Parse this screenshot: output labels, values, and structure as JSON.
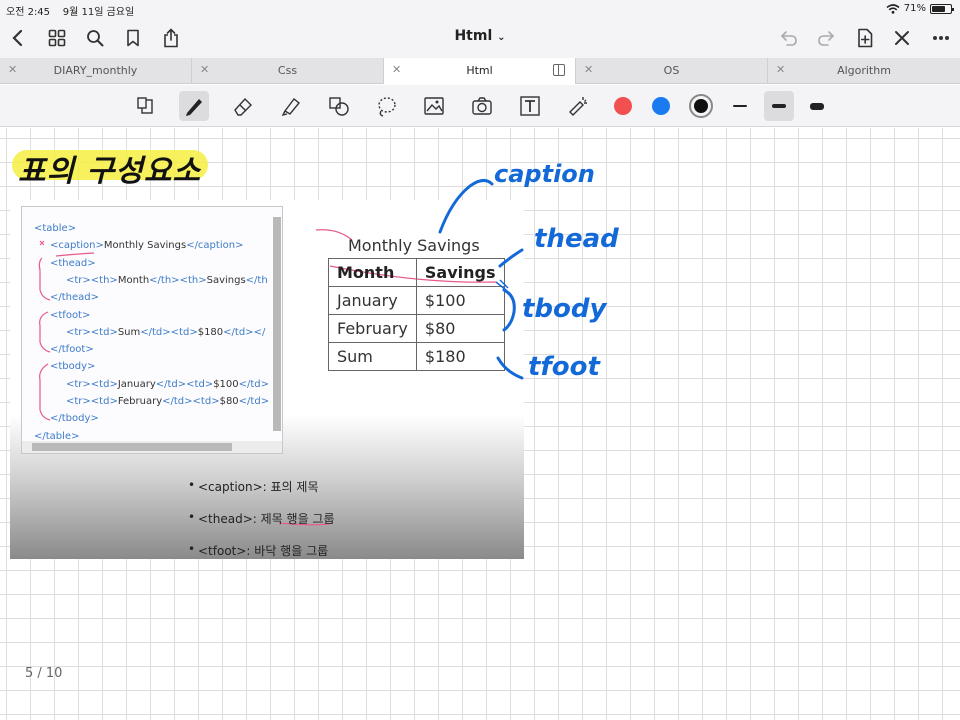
{
  "status_bar": {
    "time": "오전 2:45",
    "date": "9월 11일 금요일",
    "battery": "71%",
    "battery_level": 0.71
  },
  "nav_bar": {
    "document_title": "Html",
    "title_chevron": "⌄"
  },
  "tabs": [
    {
      "label": "DIARY_monthly",
      "active": false
    },
    {
      "label": "Css",
      "active": false
    },
    {
      "label": "Html",
      "active": true
    },
    {
      "label": "OS",
      "active": false
    },
    {
      "label": "Algorithm",
      "active": false
    }
  ],
  "toolbar": {
    "colors": [
      "#f25050",
      "#1a7bf0",
      "#111111"
    ],
    "selected_color": "#111111"
  },
  "note": {
    "heading": "표의 구성요소",
    "annotations": {
      "caption": "caption",
      "thead": "thead",
      "tbody": "tbody",
      "tfoot": "tfoot"
    },
    "ink_color": "#1469d9",
    "highlight_color": "#f5ef3f"
  },
  "code_sample": {
    "lines": [
      {
        "parts": [
          [
            "t",
            "<table>"
          ]
        ]
      },
      {
        "parts": [
          [
            "t",
            "<caption>"
          ],
          [
            "x",
            "Monthly Savings"
          ],
          [
            "t",
            "</caption>"
          ]
        ]
      },
      {
        "parts": [
          [
            "t",
            "<thead>"
          ]
        ]
      },
      {
        "parts": [
          [
            "t",
            "<tr>"
          ],
          [
            "t",
            "<th>"
          ],
          [
            "x",
            "Month"
          ],
          [
            "t",
            "</th>"
          ],
          [
            "t",
            "<th>"
          ],
          [
            "x",
            "Savings"
          ],
          [
            "t",
            "</th"
          ]
        ]
      },
      {
        "parts": [
          [
            "t",
            "</thead>"
          ]
        ]
      },
      {
        "parts": [
          [
            "t",
            "<tfoot>"
          ]
        ]
      },
      {
        "parts": [
          [
            "t",
            "<tr>"
          ],
          [
            "t",
            "<td>"
          ],
          [
            "x",
            "Sum"
          ],
          [
            "t",
            "</td>"
          ],
          [
            "t",
            "<td>"
          ],
          [
            "x",
            "$180"
          ],
          [
            "t",
            "</td>"
          ],
          [
            "t",
            "</"
          ]
        ]
      },
      {
        "parts": [
          [
            "t",
            "</tfoot>"
          ]
        ]
      },
      {
        "parts": [
          [
            "t",
            "<tbody>"
          ]
        ]
      },
      {
        "parts": [
          [
            "t",
            "<tr>"
          ],
          [
            "t",
            "<td>"
          ],
          [
            "x",
            "January"
          ],
          [
            "t",
            "</td>"
          ],
          [
            "t",
            "<td>"
          ],
          [
            "x",
            "$100"
          ],
          [
            "t",
            "</td>"
          ]
        ]
      },
      {
        "parts": [
          [
            "t",
            "<tr>"
          ],
          [
            "t",
            "<td>"
          ],
          [
            "x",
            "February"
          ],
          [
            "t",
            "</td>"
          ],
          [
            "t",
            "<td>"
          ],
          [
            "x",
            "$80"
          ],
          [
            "t",
            "</td>"
          ]
        ]
      },
      {
        "parts": [
          [
            "t",
            "</tbody>"
          ]
        ]
      },
      {
        "parts": [
          [
            "t",
            "</table>"
          ]
        ]
      }
    ]
  },
  "rendered_table": {
    "caption": "Monthly Savings",
    "headers": [
      "Month",
      "Savings"
    ],
    "rows": [
      [
        "January",
        "$100"
      ],
      [
        "February",
        "$80"
      ],
      [
        "Sum",
        "$180"
      ]
    ]
  },
  "bullets": [
    "<caption>: 표의 제목",
    "<thead>: 제목 행을 그룹",
    "<tfoot>: 바닥 행을 그룹"
  ],
  "page_indicator": "5 / 10"
}
